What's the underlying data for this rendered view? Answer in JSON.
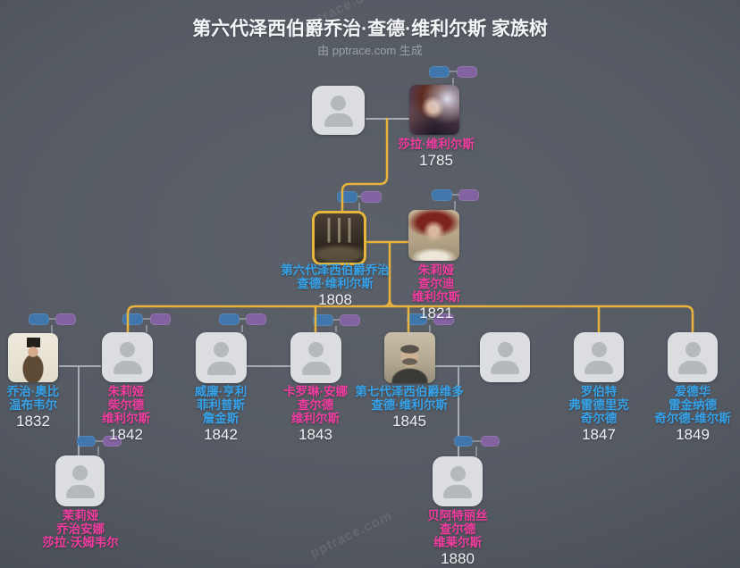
{
  "title": "第六代泽西伯爵乔治·查德·维利尔斯 家族树",
  "subtitle": "由 pptrace.com 生成",
  "watermark": "pptrace.com",
  "colors": {
    "background_center": "#5b6069",
    "background_edge": "#3a3f47",
    "male_name_text": "#35a2e9",
    "female_name_text": "#f23c9f",
    "year_text": "#eff0f2",
    "accent_line": "#e9b43b",
    "gray_line": "#a6acb3",
    "father_chip": "#3f76ab",
    "mother_chip": "#8262a1",
    "highlight_border": "#e7b73d",
    "placeholder_card": "#dbdde0"
  },
  "icons": {
    "placeholder": "person-silhouette",
    "father_chip": "father-mini-card",
    "mother_chip": "mother-mini-card"
  },
  "persons": {
    "g1_mother": {
      "lines": [
        "莎拉·维利尔斯"
      ],
      "year": "1785"
    },
    "g2_george": {
      "lines": [
        "第六代泽西伯爵乔治",
        "查德·维利尔斯"
      ],
      "year": "1808"
    },
    "g2_julia": {
      "lines": [
        "朱莉娅",
        "查尔迪",
        "维利尔斯"
      ],
      "year": "1821"
    },
    "c1": {
      "lines": [
        "乔治·奥比",
        "温布韦尔"
      ],
      "year": "1832"
    },
    "c2": {
      "lines": [
        "朱莉娅",
        "柴尔德",
        "维利尔斯"
      ],
      "year": "1842"
    },
    "c3": {
      "lines": [
        "威廉·亨利",
        "菲利普斯",
        "詹金斯"
      ],
      "year": "1842"
    },
    "c4": {
      "lines": [
        "卡罗琳·安娜",
        "查尔德",
        "维利尔斯"
      ],
      "year": "1843"
    },
    "c5": {
      "lines": [
        "第七代泽西伯爵维多",
        "查德·维利尔斯"
      ],
      "year": "1845"
    },
    "c7": {
      "lines": [
        "罗伯特",
        "弗雷德里克",
        "奇尔德"
      ],
      "year": "1847"
    },
    "c8": {
      "lines": [
        "爱德华",
        "雷金纳德",
        "奇尔德-维尔斯"
      ],
      "year": "1849"
    },
    "d1": {
      "lines": [
        "茉莉娅",
        "乔治安娜",
        "莎拉·沃姆韦尔"
      ]
    },
    "d2": {
      "lines": [
        "贝阿特丽丝",
        "查尔德",
        "维莱尔斯"
      ],
      "year": "1880"
    }
  }
}
